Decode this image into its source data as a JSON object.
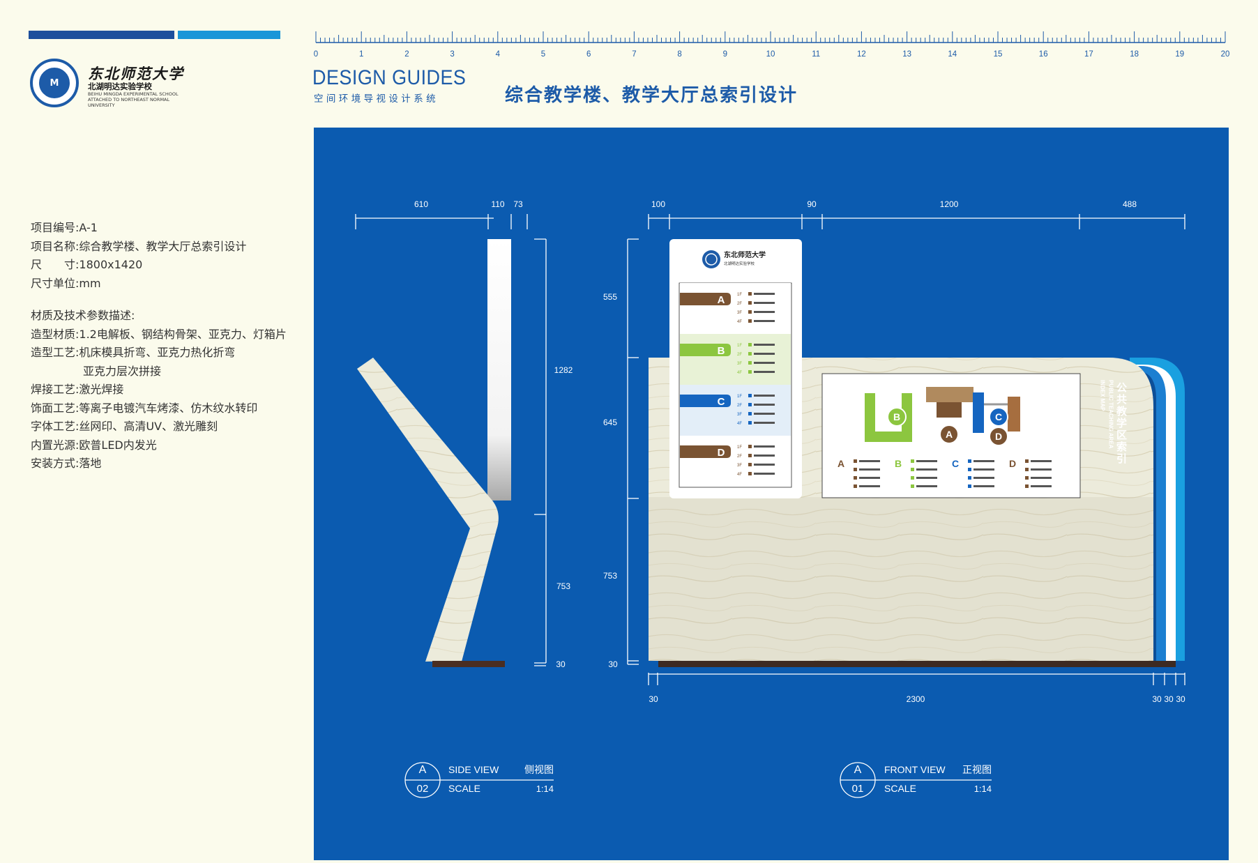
{
  "header": {
    "logo": {
      "cn": "东北师范大学",
      "school_cn": "北湖明达实验学校",
      "school_en": "BEIHU MINGDA EXPERIMENTAL SCHOOL ATTACHED TO NORTHEAST NORMAL UNIVERSITY"
    },
    "design_guides_en": "DESIGN GUIDES",
    "design_guides_cn": "空间环境导视设计系统",
    "page_title": "综合教学楼、教学大厅总索引设计",
    "ruler_labels": [
      "0",
      "1",
      "2",
      "3",
      "4",
      "5",
      "6",
      "7",
      "8",
      "9",
      "10",
      "11",
      "12",
      "13",
      "14",
      "15",
      "16",
      "17",
      "18",
      "19",
      "20"
    ]
  },
  "spec": {
    "items": [
      {
        "key": "项目编号:",
        "value": "A-1"
      },
      {
        "key": "项目名称:",
        "value": "综合教学楼、教学大厅总索引设计"
      },
      {
        "key": "尺　　寸:",
        "value": "1800x1420"
      },
      {
        "key": "尺寸单位:",
        "value": "mm"
      }
    ],
    "material_heading": "材质及技术参数描述:",
    "materials": [
      {
        "key": "造型材质:",
        "value": "1.2电解板、钢结构骨架、亚克力、灯箱片"
      },
      {
        "key": "造型工艺:",
        "value": "机床模具折弯、亚克力热化折弯"
      },
      {
        "key": "",
        "value": "亚克力层次拼接"
      },
      {
        "key": "焊接工艺:",
        "value": "激光焊接"
      },
      {
        "key": "饰面工艺:",
        "value": "等离子电镀汽车烤漆、仿木纹水转印"
      },
      {
        "key": "字体工艺:",
        "value": "丝网印、高清UV、激光雕刻"
      },
      {
        "key": "内置光源:",
        "value": "欧普LED内发光"
      },
      {
        "key": "安装方式:",
        "value": "落地"
      }
    ]
  },
  "side_view": {
    "dims_top": [
      "610",
      "110",
      "73"
    ],
    "dims_right": [
      "1282",
      "753",
      "30"
    ],
    "badge_top": "A",
    "badge_bottom": "02",
    "view_en": "SIDE VIEW",
    "view_cn": "侧视图",
    "scale_label": "SCALE",
    "scale_value": "1:14"
  },
  "front_view": {
    "dims_top": [
      "100",
      "90",
      "1200",
      "488"
    ],
    "dims_left": [
      "555",
      "645",
      "753",
      "30"
    ],
    "dims_bottom": [
      "30",
      "2300",
      "30",
      "30",
      "30"
    ],
    "badge_top": "A",
    "badge_bottom": "01",
    "view_en": "FRONT VIEW",
    "view_cn": "正视图",
    "scale_label": "SCALE",
    "scale_value": "1:14",
    "vertical_title_cn": "公共教学区索引",
    "vertical_title_en1": "PUBLIC TEACHING AREA",
    "vertical_title_en2": "INDEX MAP",
    "directory": {
      "logo_cn": "东北师范大学",
      "logo_sub": "北湖明达实验学校",
      "zones": [
        {
          "letter": "A",
          "color": "#7a5332",
          "floors": [
            "1F",
            "2F",
            "3F",
            "4F"
          ]
        },
        {
          "letter": "B",
          "color": "#8cc63f",
          "floors": [
            "1F",
            "2F",
            "3F",
            "4F"
          ]
        },
        {
          "letter": "C",
          "color": "#1565c0",
          "floors": [
            "1F",
            "2F",
            "3F",
            "4F"
          ]
        },
        {
          "letter": "D",
          "color": "#7a5332",
          "floors": [
            "1F",
            "2F",
            "3F",
            "4F"
          ]
        }
      ]
    },
    "map_labels": [
      "A",
      "B",
      "C",
      "D"
    ]
  }
}
